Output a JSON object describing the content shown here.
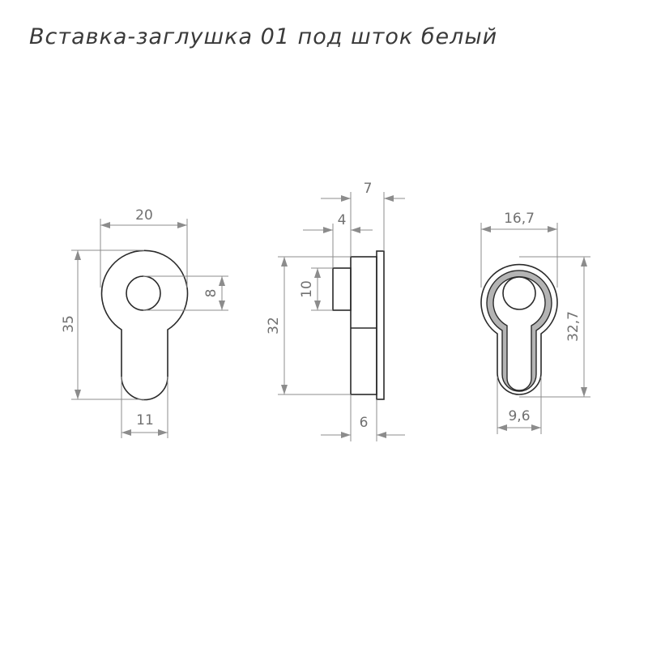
{
  "title": "Вставка-заглушка 01 под шток белый",
  "colors": {
    "outline": "#2a2a2a",
    "dimension": "#8c8c8c",
    "seal_fill": "#b4b4b4"
  },
  "front_view": {
    "width": "20",
    "height": "35",
    "hole_diameter": "8",
    "neck_width": "11"
  },
  "side_view": {
    "total_depth": "7",
    "boss_depth": "4",
    "boss_height": "10",
    "body_height": "32",
    "body_depth": "6"
  },
  "rear_view": {
    "width": "16,7",
    "height": "32,7",
    "slot_width": "9,6"
  }
}
